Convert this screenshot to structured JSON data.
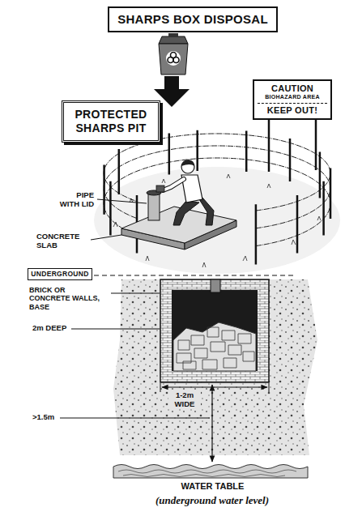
{
  "diagram": {
    "caption": "(underground water level)",
    "nodes": [
      {
        "text": [
          "SHARPS BOX DISPOSAL"
        ]
      },
      {
        "text": [
          "PROTECTED SHARPS PIT"
        ]
      },
      {
        "text": [
          "CAUTION",
          "BIOHAZARD AREA",
          "KEEP OUT!"
        ]
      },
      {
        "text": [
          "UNDERGROUND"
        ]
      }
    ],
    "labels": [
      "PIPE WITH LID",
      "CONCRETE SLAB",
      "BRICK OR CONCRETE WALLS, BASE",
      "2m DEEP",
      "1-2m WIDE",
      ">1.5m",
      "WATER TABLE"
    ]
  }
}
